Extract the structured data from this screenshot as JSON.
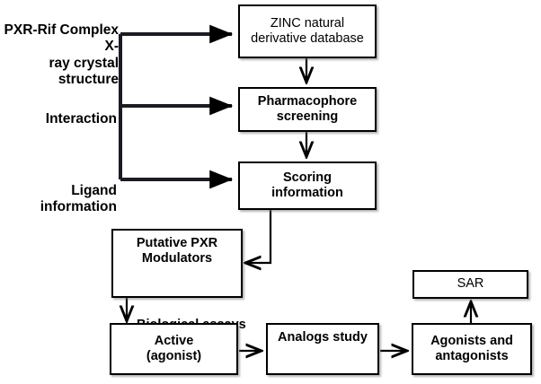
{
  "diagram": {
    "title_label": "PXR-Rif Complex X-ray crystal structure",
    "inputs": [
      {
        "id": "input-crystal",
        "text": "PXR-Rif Complex X-\nray crystal\nstructure"
      },
      {
        "id": "input-interaction",
        "text": "Interaction"
      },
      {
        "id": "input-ligand",
        "text": "Ligand\ninformation"
      }
    ],
    "edge_labels": [
      {
        "id": "biological-assays",
        "text": "Biological assays"
      }
    ],
    "nodes": [
      {
        "id": "zinc-database",
        "text": "ZINC natural\nderivative database",
        "bold": false
      },
      {
        "id": "pharmacophore-screening",
        "text": "Pharmacophore\nscreening",
        "bold": true
      },
      {
        "id": "scoring-information",
        "text": "Scoring\ninformation",
        "bold": true
      },
      {
        "id": "putative-pxr-modulators",
        "text": "Putative PXR\nModulators",
        "bold": true
      },
      {
        "id": "active-agonist",
        "text": "Active\n(agonist)",
        "bold": true
      },
      {
        "id": "analogs-study",
        "text": "Analogs study",
        "bold": true
      },
      {
        "id": "agonists-antagonists",
        "text": "Agonists and\nantagonists",
        "bold": true
      },
      {
        "id": "sar",
        "text": "SAR",
        "bold": false
      }
    ],
    "colors": {
      "stroke": "#000000",
      "background": "#ffffff",
      "text": "#000000"
    }
  }
}
